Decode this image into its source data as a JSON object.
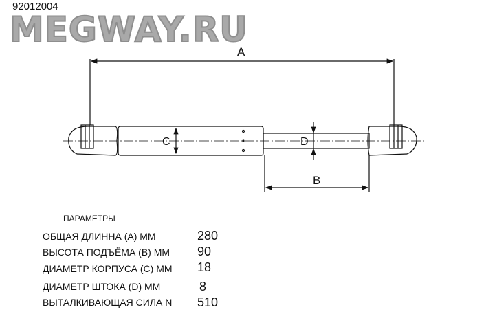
{
  "watermark": "MEGWAY.RU",
  "part_number": "92012004",
  "diagram": {
    "label_a": "A",
    "label_b": "B",
    "label_c": "C",
    "label_d": "D"
  },
  "params": {
    "heading": "ПАРАМЕТРЫ",
    "rows": [
      {
        "label": "ОБЩАЯ ДЛИННА (А) ММ",
        "value": "280"
      },
      {
        "label": "ВЫСОТА ПОДЪЁМА  (В) ММ",
        "value": "90"
      },
      {
        "label": "ДИАМЕТР КОРПУСА  (С)  ММ",
        "value": "18"
      },
      {
        "label": "ДИАМЕТР ШТОКА  (D)  ММ",
        "value": "8"
      },
      {
        "label": "ВЫТАЛКИВАЮЩАЯ СИЛА  N",
        "value": "510"
      }
    ]
  }
}
